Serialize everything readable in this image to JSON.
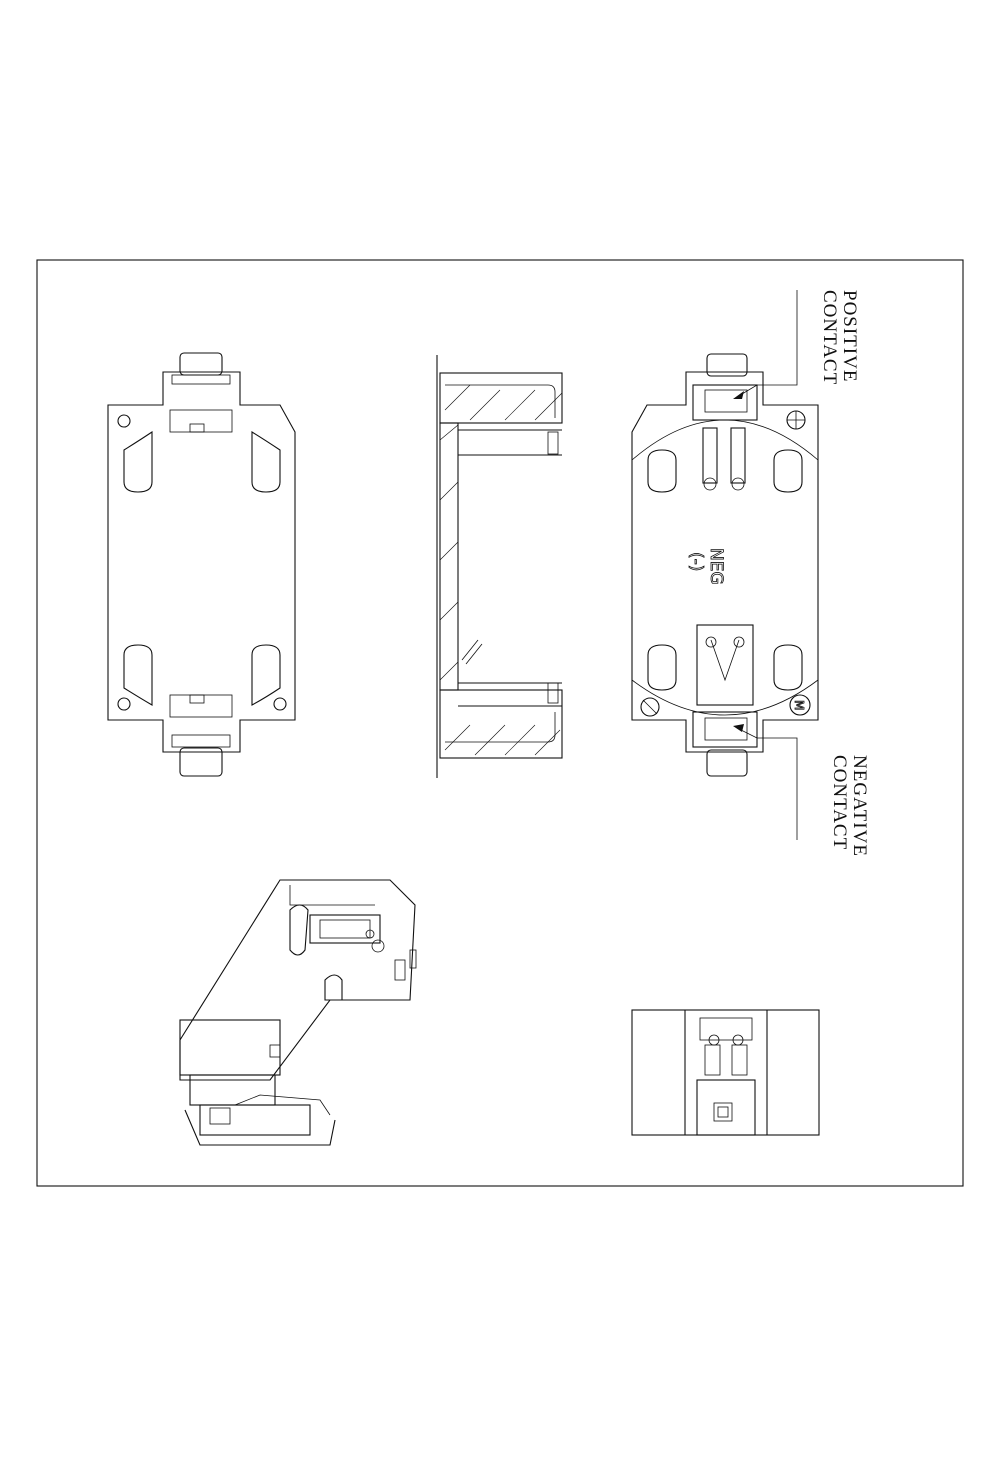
{
  "labels": {
    "positive_contact": [
      "POSITIVE",
      "CONTACT"
    ],
    "negative_contact": [
      "NEGATIVE",
      "CONTACT"
    ],
    "neg_marking": [
      "NEG",
      "(-)"
    ],
    "logo_letter": "M"
  },
  "colors": {
    "line": "#111111",
    "background": "#ffffff"
  }
}
